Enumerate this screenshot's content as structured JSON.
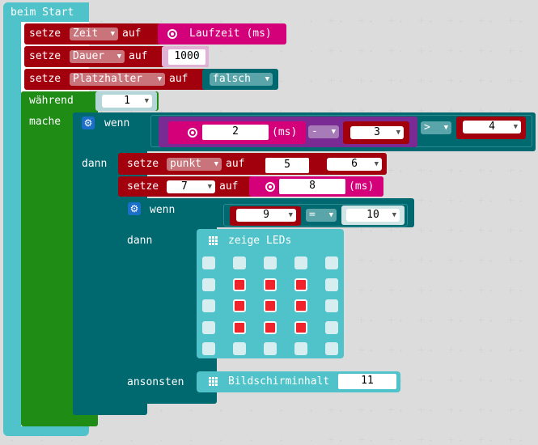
{
  "event": {
    "label": "beim Start"
  },
  "set_zeit": {
    "setze": "setze",
    "var": "Zeit",
    "auf": "auf",
    "value_label": "Laufzeit (ms)"
  },
  "set_dauer": {
    "setze": "setze",
    "var": "Dauer",
    "auf": "auf",
    "value": "1000"
  },
  "set_platzhalter": {
    "setze": "setze",
    "var": "Platzhalter",
    "auf": "auf",
    "value": "falsch"
  },
  "while": {
    "label": "während",
    "value": "1",
    "do_label": "mache"
  },
  "if1": {
    "wenn": "wenn",
    "ms_value": "2",
    "ms_suffix": "(ms)",
    "op_minus": "-",
    "minus_value": "3",
    "op_gt": ">",
    "gt_value": "4",
    "dann": "dann"
  },
  "set_punkt": {
    "setze": "setze",
    "var": "punkt",
    "auf": "auf",
    "x": "5",
    "y": "6"
  },
  "set_7": {
    "setze": "setze",
    "var": "7",
    "auf": "auf",
    "value": "8",
    "suffix": "(ms)"
  },
  "if2": {
    "wenn": "wenn",
    "left": "9",
    "op_eq": "=",
    "right": "10",
    "dann": "dann",
    "else": "ansonsten"
  },
  "show_leds": {
    "label": "zeige LEDs",
    "grid": [
      [
        0,
        0,
        0,
        0,
        0
      ],
      [
        0,
        1,
        1,
        1,
        0
      ],
      [
        0,
        1,
        1,
        1,
        0
      ],
      [
        0,
        1,
        1,
        1,
        0
      ],
      [
        0,
        0,
        0,
        0,
        0
      ]
    ]
  },
  "screen_content": {
    "label": "Bildschirminhalt",
    "value": "11"
  },
  "colors": {
    "event": "#4fc3c9",
    "loop": "#1f8c16",
    "logic": "#006970",
    "variable": "#a3000e",
    "input": "#d4007a",
    "math": "#7a2a93",
    "led": "#4fc3c9",
    "led_on": "#f0232a",
    "led_off": "#d6eef0"
  }
}
